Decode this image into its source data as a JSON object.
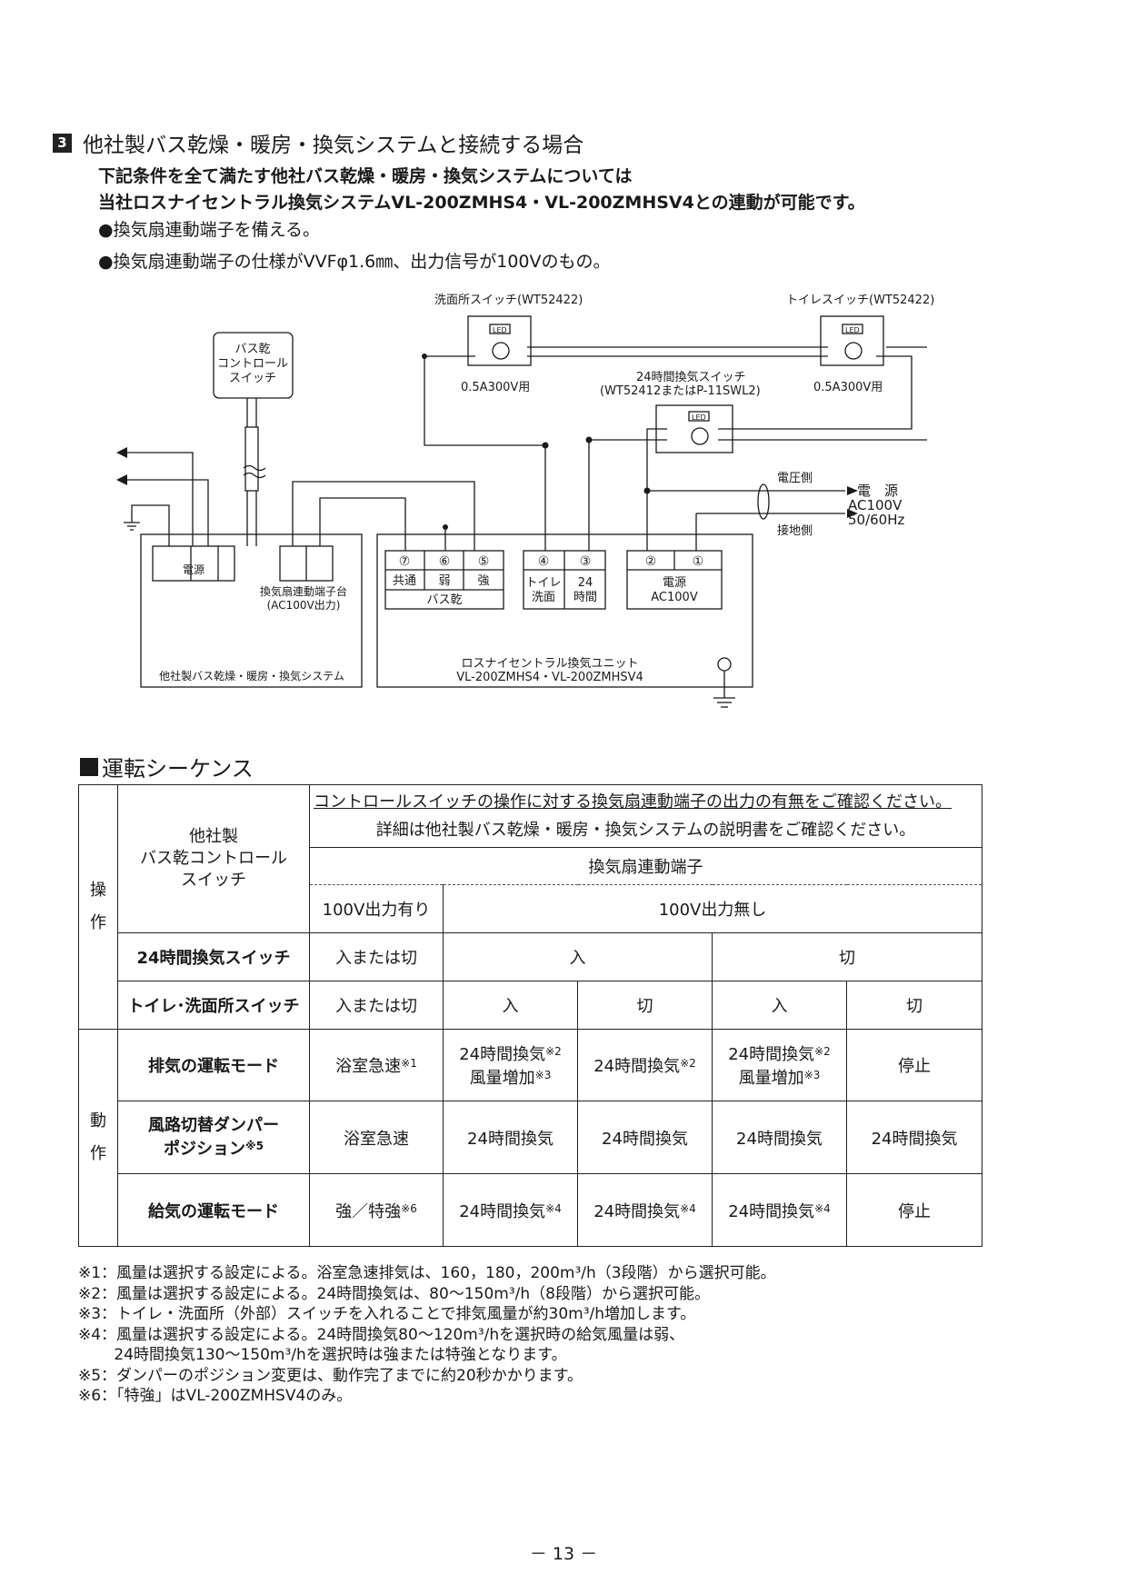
{
  "section": {
    "number": "3",
    "title": "他社製バス乾燥・暖房・換気システムと接続する場合",
    "intro_line1": "下記条件を全て満たす他社バス乾燥・暖房・換気システムについては",
    "intro_line2": "当社ロスナイセントラル換気システムVL-200ZMHS4・VL-200ZMHSV4との連動が可能です。",
    "bullets": [
      "●換気扇連動端子を備える。",
      "●換気扇連動端子の仕様がVVFφ1.6㎜、出力信号が100Vのもの。"
    ]
  },
  "diagram": {
    "washroom_switch": "洗面所スイッチ(WT52422)",
    "toilet_switch": "トイレスイッチ(WT52422)",
    "rating_left": "0.5A300V用",
    "rating_right": "0.5A300V用",
    "led": "LED",
    "switch24_line1": "24時間換気スイッチ",
    "switch24_line2": "(WT52412またはP-11SWL2)",
    "bath_ctrl_1": "バス乾",
    "bath_ctrl_2": "コントロール",
    "bath_ctrl_3": "スイッチ",
    "voltage_side": "電圧側",
    "ground_side": "接地側",
    "power_label": "電　源",
    "power_ac": "AC100V",
    "power_hz": "50/60Hz",
    "other_power": "電源",
    "vent_terminal_1": "換気扇連動端子台",
    "vent_terminal_2": "(AC100V出力)",
    "other_system": "他社製バス乾燥・暖房・換気システム",
    "t7": "⑦",
    "t6": "⑥",
    "t5": "⑤",
    "t4": "④",
    "t3": "③",
    "t2": "②",
    "t1": "①",
    "common": "共通",
    "weak": "弱",
    "strong": "強",
    "bath_dry": "バス乾",
    "toilet": "トイレ",
    "washroom": "洗面",
    "h24_a": "24",
    "h24_b": "時間",
    "unit_power": "電源",
    "unit_ac": "AC100V",
    "unit_name_1": "ロスナイセントラル換気ユニット",
    "unit_name_2": "VL-200ZMHS4・VL-200ZMHSV4"
  },
  "table": {
    "title": "運転シーケンス",
    "side_op_1": "操",
    "side_op_2": "作",
    "side_act_1": "動",
    "side_act_2": "作",
    "ctrl_1": "他社製",
    "ctrl_2": "バス乾コントロール",
    "ctrl_3": "スイッチ",
    "note_line1": "コントロールスイッチの操作に対する換気扇連動端子の出力の有無をご確認ください。",
    "note_line2": "詳細は他社製バス乾燥・暖房・換気システムの説明書をご確認ください。",
    "fan_terminal": "換気扇連動端子",
    "out_yes": "100V出力有り",
    "out_no": "100V出力無し",
    "sw24_label": "24時間換気スイッチ",
    "sw24_any": "入または切",
    "sw24_on": "入",
    "sw24_off": "切",
    "tw_label": "トイレ･洗面所スイッチ",
    "tw_any": "入または切",
    "tw_on1": "入",
    "tw_off1": "切",
    "tw_on2": "入",
    "tw_off2": "切",
    "exhaust_label": "排気の運転モード",
    "exhaust_c1": "浴室急速",
    "exhaust_c1_sup": "※1",
    "exhaust_c2a": "24時間換気",
    "exhaust_c2a_sup": "※2",
    "exhaust_c2b": "風量増加",
    "exhaust_c2b_sup": "※3",
    "exhaust_c3": "24時間換気",
    "exhaust_c3_sup": "※2",
    "exhaust_c4a": "24時間換気",
    "exhaust_c4a_sup": "※2",
    "exhaust_c4b": "風量増加",
    "exhaust_c4b_sup": "※3",
    "exhaust_c5": "停止",
    "damper_label_1": "風路切替ダンパー",
    "damper_label_2": "ポジション",
    "damper_sup": "※5",
    "damper_c1": "浴室急速",
    "damper_c2": "24時間換気",
    "damper_c3": "24時間換気",
    "damper_c4": "24時間換気",
    "damper_c5": "24時間換気",
    "supply_label": "給気の運転モード",
    "supply_c1": "強／特強",
    "supply_c1_sup": "※6",
    "supply_c2": "24時間換気",
    "supply_c2_sup": "※4",
    "supply_c3": "24時間換気",
    "supply_c3_sup": "※4",
    "supply_c4": "24時間換気",
    "supply_c4_sup": "※4",
    "supply_c5": "停止"
  },
  "notes": [
    "※1：風量は選択する設定による。浴室急速排気は、160，180，200m³/h（3段階）から選択可能。",
    "※2：風量は選択する設定による。24時間換気は、80～150m³/h（8段階）から選択可能。",
    "※3：トイレ・洗面所（外部）スイッチを入れることで排気風量が約30m³/h増加します。",
    "※4：風量は選択する設定による。24時間換気80～120m³/hを選択時の給気風量は弱、",
    "　　 24時間換気130～150m³/hを選択時は強または特強となります。",
    "※5：ダンパーのポジション変更は、動作完了までに約20秒かかります。",
    "※6：「特強」はVL-200ZMHSV4のみ。"
  ],
  "page_number": "－ 13 －"
}
